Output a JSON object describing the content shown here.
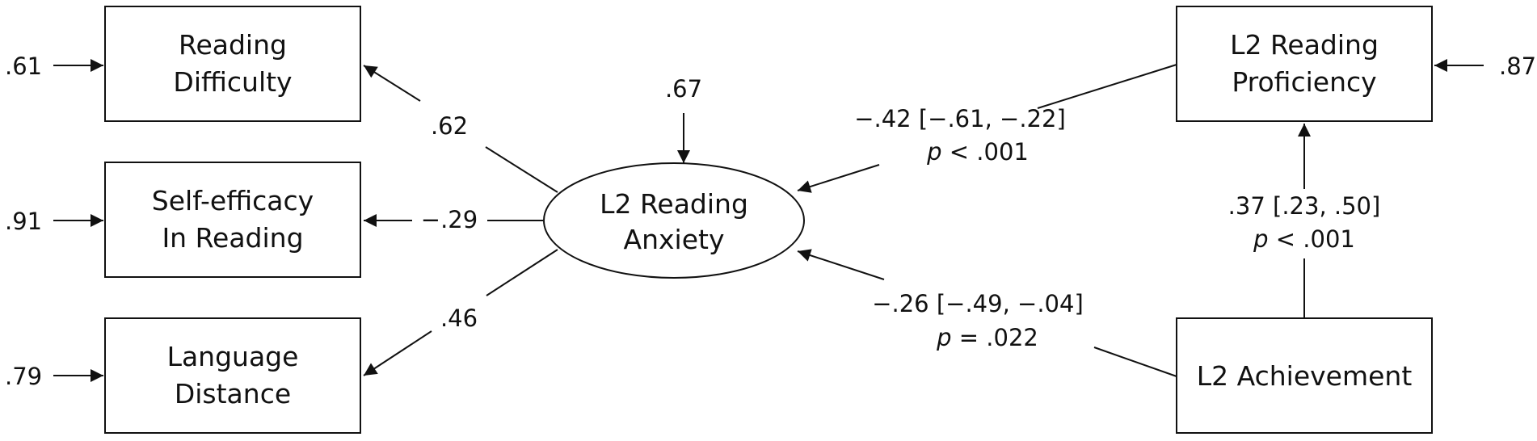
{
  "nodes": {
    "reading_difficulty": {
      "line1": "Reading",
      "line2": "Difficulty",
      "error": ".61"
    },
    "self_efficacy": {
      "line1": "Self-efficacy",
      "line2": "In Reading",
      "error": ".91"
    },
    "language_distance": {
      "line1": "Language",
      "line2": "Distance",
      "error": ".79"
    },
    "anxiety": {
      "line1": "L2 Reading",
      "line2": "Anxiety",
      "error": ".67"
    },
    "proficiency": {
      "line1": "L2 Reading",
      "line2": "Proficiency",
      "error": ".87"
    },
    "achievement": {
      "line1": "L2 Achievement"
    }
  },
  "paths": {
    "anxiety_to_difficulty": {
      "coef": ".62"
    },
    "anxiety_to_efficacy": {
      "coef": "−.29"
    },
    "anxiety_to_distance": {
      "coef": ".46"
    },
    "proficiency_to_anxiety": {
      "coef": "−.42 [−.61, −.22]",
      "p_symbol": "p",
      "p_rest": " < .001"
    },
    "achievement_to_anxiety": {
      "coef": "−.26 [−.49, −.04]",
      "p_symbol": "p",
      "p_rest": " = .022"
    },
    "achievement_to_proficiency": {
      "coef": ".37 [.23, .50]",
      "p_symbol": "p",
      "p_rest": " < .001"
    }
  }
}
